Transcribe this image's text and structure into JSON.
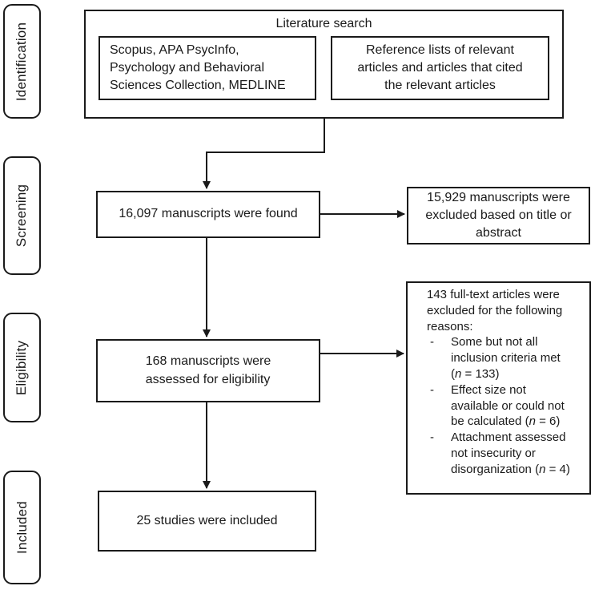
{
  "colors": {
    "ink": "#1a1a1a",
    "bg": "#ffffff"
  },
  "stages": {
    "identification": "Identification",
    "screening": "Screening",
    "eligibility": "Eligibility",
    "included": "Included"
  },
  "literature_search": {
    "title": "Literature search",
    "databases": "Scopus, APA PsycInfo,\nPsychology and Behavioral\nSciences Collection, MEDLINE",
    "reference_lists": "Reference lists of relevant\narticles and articles that cited\nthe relevant articles"
  },
  "screening_stage": {
    "found": "16,097 manuscripts were found",
    "excluded": "15,929 manuscripts were\nexcluded based on title or\nabstract"
  },
  "eligibility_stage": {
    "assessed": "168 manuscripts were\nassessed for eligibility",
    "excluded_intro": "143 full-text articles were\nexcluded for the following\nreasons:",
    "bullet": "-",
    "reasons": [
      [
        {
          "t": "Some but not all\ninclusion criteria met\n("
        },
        {
          "t": "n",
          "i": true
        },
        {
          "t": " = 133)"
        }
      ],
      [
        {
          "t": "Effect size not\navailable or could not\nbe calculated ("
        },
        {
          "t": "n",
          "i": true
        },
        {
          "t": " = 6)"
        }
      ],
      [
        {
          "t": "Attachment assessed\nnot insecurity or\ndisorganization ("
        },
        {
          "t": "n",
          "i": true
        },
        {
          "t": " = 4)"
        }
      ]
    ]
  },
  "included_stage": {
    "included": "25 studies were included"
  }
}
